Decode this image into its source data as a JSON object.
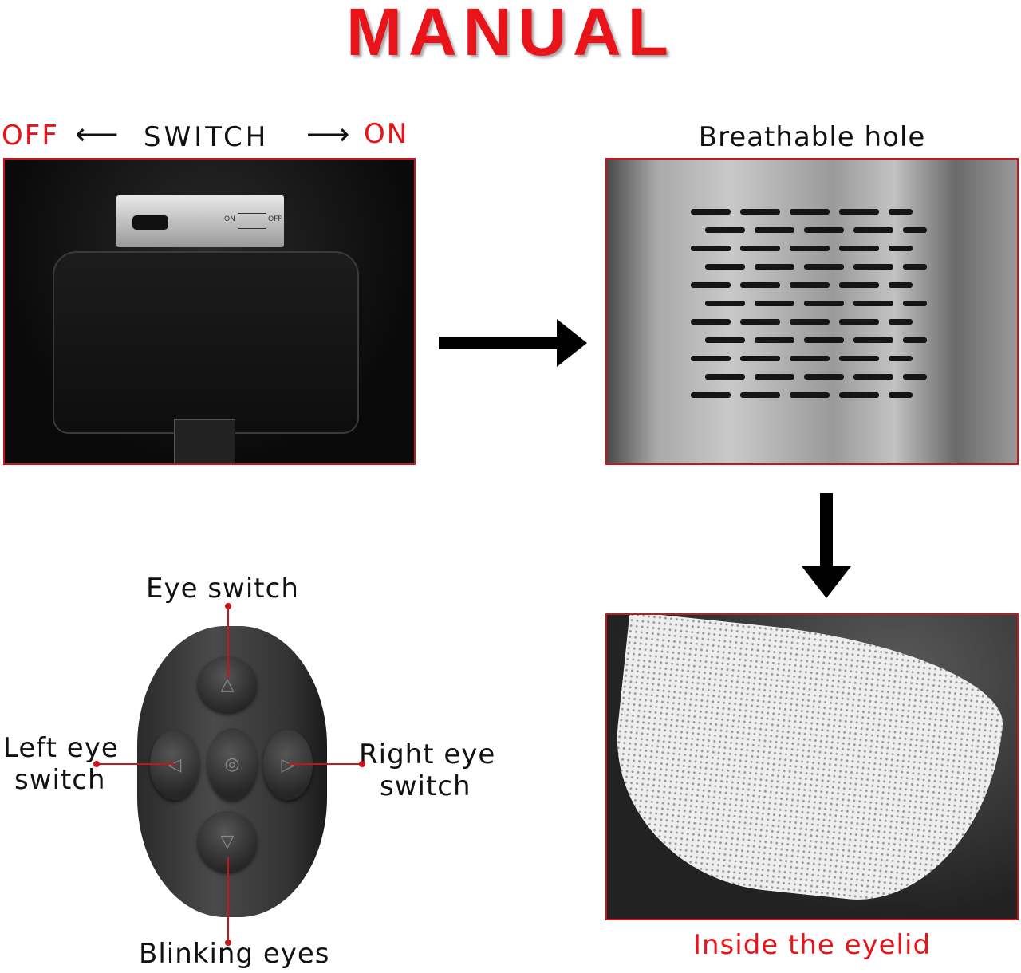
{
  "title": "MANUAL",
  "switch": {
    "off": "OFF",
    "label": "SWITCH",
    "on": "ON",
    "device_on": "ON",
    "device_off": "OFF",
    "arrow_left": "⟵",
    "arrow_right": "⟶"
  },
  "breathable": {
    "label": "Breathable hole"
  },
  "eyelid": {
    "label": "Inside the eyelid"
  },
  "remote": {
    "top": "Eye switch",
    "left_1": "Left eye",
    "left_2": "switch",
    "right_1": "Right eye",
    "right_2": "switch",
    "bottom": "Blinking eyes"
  },
  "colors": {
    "accent": "#e8141a"
  }
}
